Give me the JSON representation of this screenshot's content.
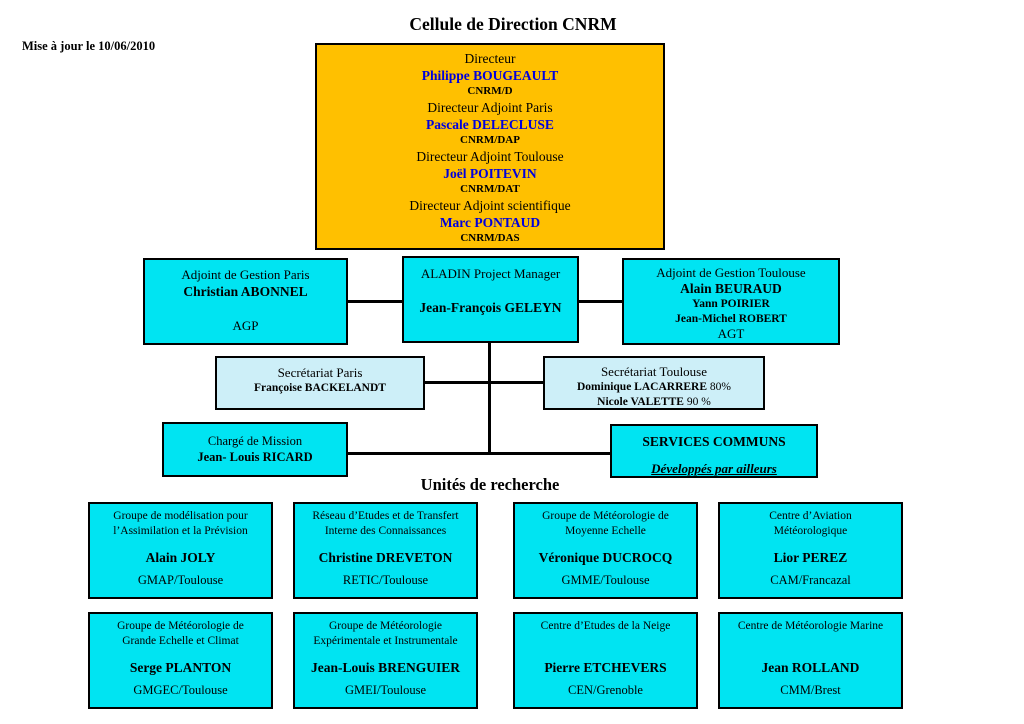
{
  "meta": {
    "updated": "Mise à jour le 10/06/2010",
    "title": "Cellule de Direction CNRM",
    "units_title": "Unités de recherche"
  },
  "colors": {
    "direction_box": "#FFC000",
    "unit_box": "#00E4F2",
    "secretariat_box": "#CDEFF8",
    "name_text": "#0000DD",
    "line": "#000000"
  },
  "direction": {
    "entries": [
      {
        "role": "Directeur",
        "name": "Philippe BOUGEAULT",
        "code": "CNRM/D"
      },
      {
        "role": "Directeur Adjoint Paris",
        "name": "Pascale DELECLUSE",
        "code": "CNRM/DAP"
      },
      {
        "role": "Directeur Adjoint Toulouse",
        "name": "Joël POITEVIN",
        "code": "CNRM/DAT"
      },
      {
        "role": "Directeur Adjoint scientifique",
        "name": "Marc PONTAUD",
        "code": "CNRM/DAS"
      }
    ]
  },
  "management": {
    "paris": {
      "title": "Adjoint de Gestion Paris",
      "name": "Christian ABONNEL",
      "code": "AGP"
    },
    "aladin": {
      "title": "ALADIN Project Manager",
      "name": "Jean-François GELEYN"
    },
    "toulouse": {
      "title": "Adjoint de Gestion Toulouse",
      "name": "Alain BEURAUD",
      "sub1": "Yann POIRIER",
      "sub2": "Jean-Michel ROBERT",
      "code": "AGT"
    }
  },
  "secretariats": {
    "paris": {
      "title": "Secrétariat Paris",
      "name": "Françoise BACKELANDT"
    },
    "toulouse": {
      "title": "Secrétariat Toulouse",
      "name1": "Dominique LACARRERE",
      "pct1": "80%",
      "name2": "Nicole VALETTE",
      "pct2": "90 %"
    }
  },
  "mission": {
    "title": "Chargé de Mission",
    "name": "Jean- Louis RICARD"
  },
  "services": {
    "title": "SERVICES COMMUNS",
    "note": "Développés par ailleurs"
  },
  "units": [
    {
      "dept1": "Groupe de modélisation pour",
      "dept2": "l’Assimilation et la Prévision",
      "name": "Alain JOLY",
      "code": "GMAP/Toulouse"
    },
    {
      "dept1": "Réseau d’Etudes et de Transfert",
      "dept2": "Interne des Connaissances",
      "name": "Christine DREVETON",
      "code": "RETIC/Toulouse"
    },
    {
      "dept1": "Groupe de Météorologie de",
      "dept2": "Moyenne Echelle",
      "name": "Véronique DUCROCQ",
      "code": "GMME/Toulouse"
    },
    {
      "dept1": "Centre d’Aviation",
      "dept2": "Météorologique",
      "name": "Lior PEREZ",
      "code": "CAM/Francazal"
    },
    {
      "dept1": "Groupe de Météorologie de",
      "dept2": "Grande Echelle et Climat",
      "name": "Serge PLANTON",
      "code": "GMGEC/Toulouse"
    },
    {
      "dept1": "Groupe de Météorologie",
      "dept2": "Expérimentale et Instrumentale",
      "name": "Jean-Louis BRENGUIER",
      "code": "GMEI/Toulouse"
    },
    {
      "dept1": "Centre d’Etudes de la Neige",
      "dept2": "",
      "name": "Pierre ETCHEVERS",
      "code": "CEN/Grenoble"
    },
    {
      "dept1": "Centre de Météorologie Marine",
      "dept2": "",
      "name": "Jean ROLLAND",
      "code": "CMM/Brest"
    }
  ]
}
